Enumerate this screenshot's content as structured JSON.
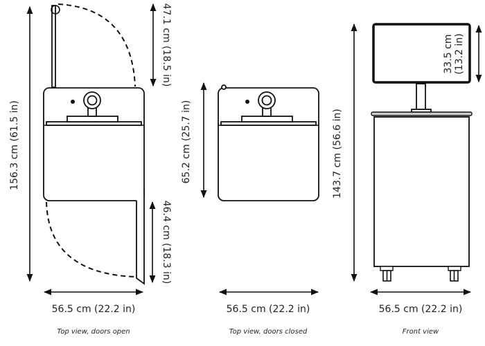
{
  "views": [
    {
      "caption": "Top view, doors open",
      "width_label": "56.5 cm (22.2 in)",
      "height_label": "156.3 cm (61.5 in)",
      "top_door_label": "47.1 cm (18.5 in)",
      "bottom_door_label": "46.4 cm (18.3 in)"
    },
    {
      "caption": "Top view, doors closed",
      "width_label": "56.5 cm (22.2 in)",
      "height_label": "65.2 cm (25.7 in)"
    },
    {
      "caption": "Front view",
      "width_label": "56.5 cm (22.2 in)",
      "height_label": "143.7 cm (56.6 in)",
      "monitor_label_line1": "33.5 cm",
      "monitor_label_line2": "(13.2 in)"
    }
  ],
  "colors": {
    "line": "#111111",
    "text": "#222222",
    "background": "#ffffff"
  }
}
